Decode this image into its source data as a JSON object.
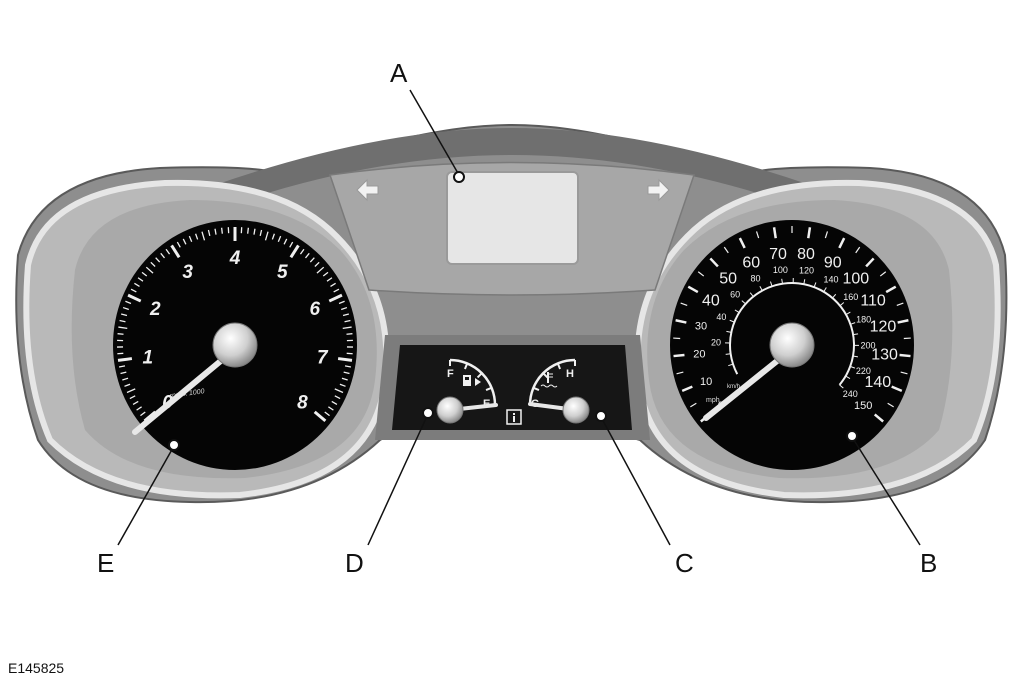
{
  "figure_id": "E145825",
  "callouts": {
    "a": "A",
    "b": "B",
    "c": "C",
    "d": "D",
    "e": "E"
  },
  "tachometer": {
    "numbers": [
      "0",
      "1",
      "2",
      "3",
      "4",
      "5",
      "6",
      "7",
      "8"
    ],
    "unit_label": "rpm x 1000"
  },
  "speedometer": {
    "mph_numbers": [
      "0",
      "10",
      "20",
      "30",
      "40",
      "50",
      "60",
      "70",
      "80",
      "90",
      "100",
      "110",
      "120",
      "130",
      "140",
      "150"
    ],
    "kmh_numbers": [
      "20",
      "40",
      "60",
      "80",
      "100",
      "120",
      "140",
      "160",
      "180",
      "200",
      "220",
      "240"
    ],
    "mph_label": "mph",
    "kmh_label": "km/h"
  },
  "fuel_gauge": {
    "full": "F",
    "empty": "E",
    "icon": "fuel-pump-icon"
  },
  "temp_gauge": {
    "hot": "H",
    "cold": "C",
    "icon": "coolant-temperature-icon"
  },
  "info_icon": "info-icon",
  "left_arrow": "left-turn-arrow-icon",
  "right_arrow": "right-turn-arrow-icon"
}
